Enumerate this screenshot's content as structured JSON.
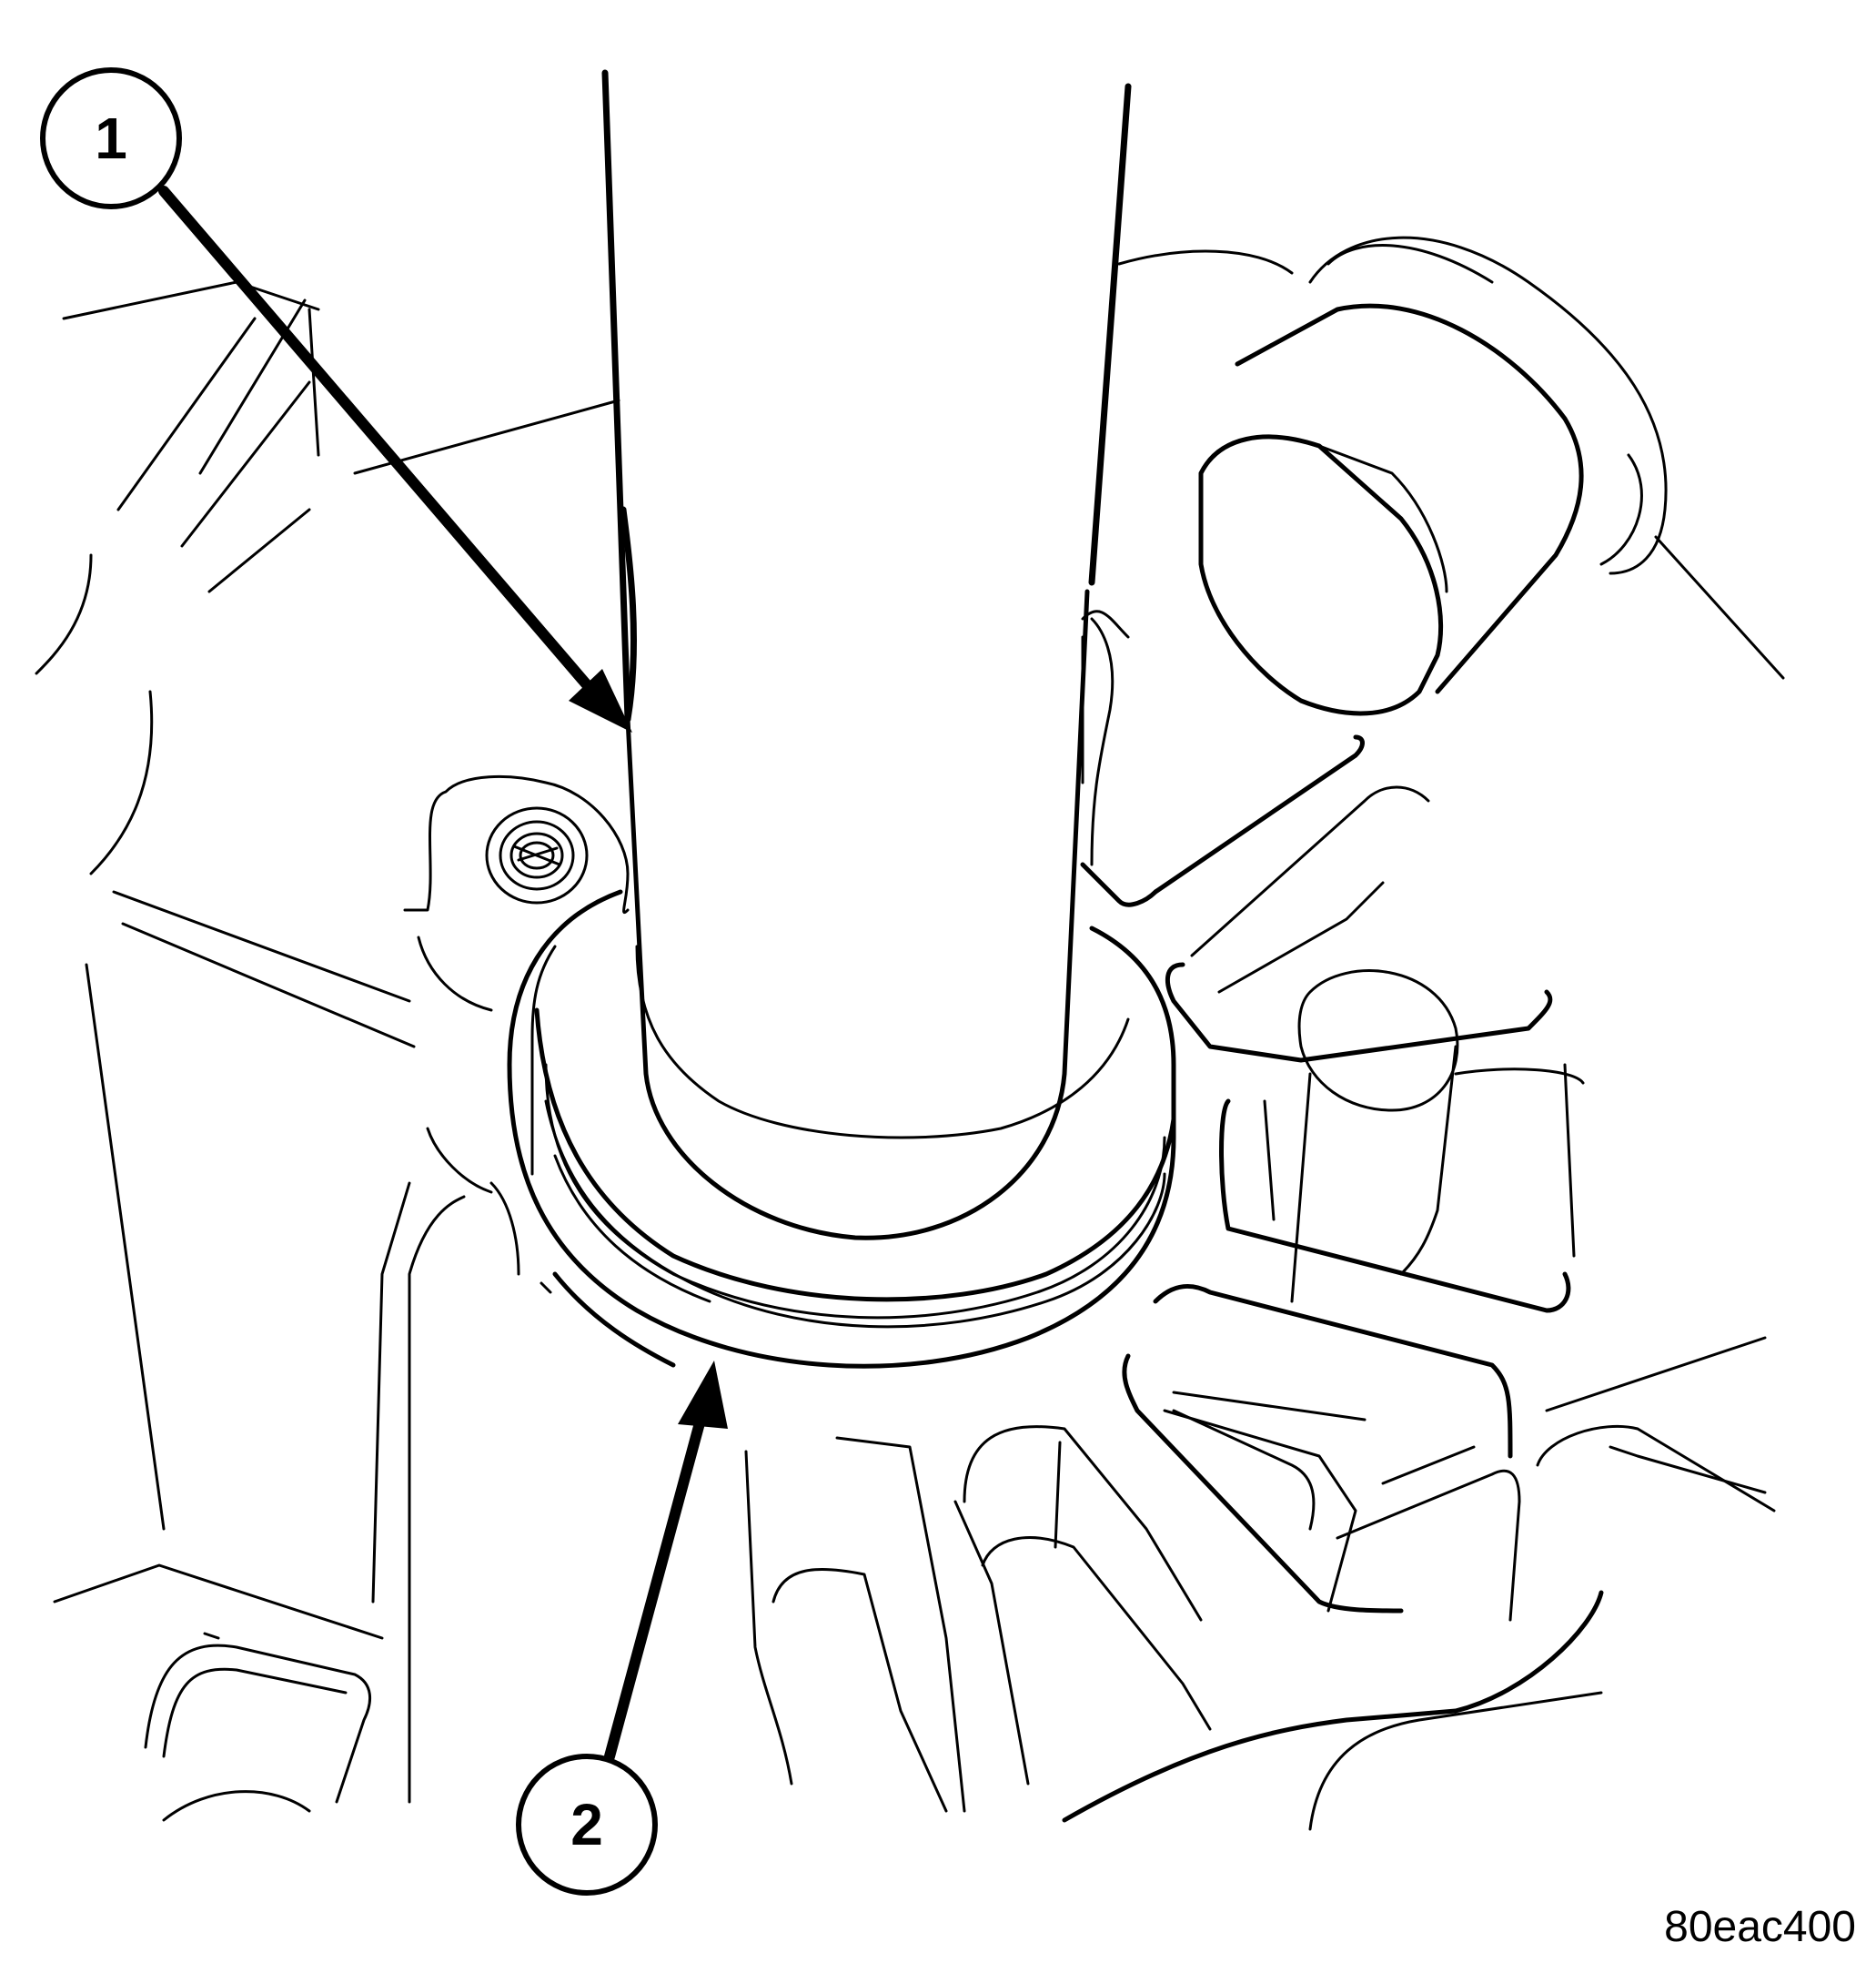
{
  "callouts": [
    {
      "label": "1",
      "target": "tool"
    },
    {
      "label": "2",
      "target": "seal"
    }
  ],
  "figure_id": "80eac400"
}
